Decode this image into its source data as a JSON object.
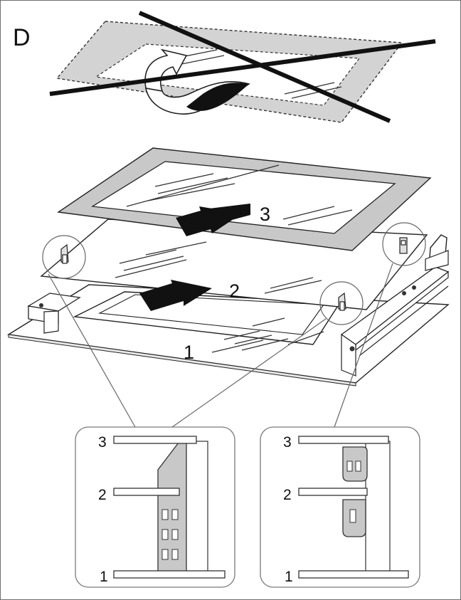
{
  "figure": {
    "section_letter": "D",
    "part_labels": {
      "top_glass": "3",
      "middle_glass": "2",
      "bottom_glass": "1"
    },
    "detail_left": {
      "label_3": "3",
      "label_2": "2",
      "label_1": "1"
    },
    "detail_right": {
      "label_3": "3",
      "label_2": "2",
      "label_1": "1"
    }
  },
  "colors": {
    "frame_gray": "#c8c8c8",
    "line": "#1a1a1a",
    "arrow_fill": "#111111",
    "cross": "#111111",
    "detail_border": "#7a7a7a"
  }
}
